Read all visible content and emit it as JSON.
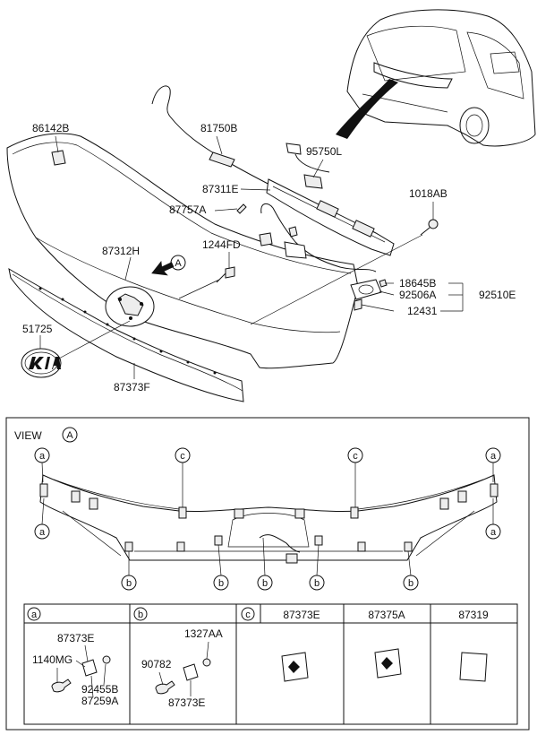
{
  "exploded_view": {
    "part_labels": {
      "p86142B": "86142B",
      "p81750B": "81750B",
      "p95750L": "95750L",
      "p87311E": "87311E",
      "p87757A": "87757A",
      "p1018AB": "1018AB",
      "p1244FD": "1244FD",
      "p87312H": "87312H",
      "p18645B": "18645B",
      "p92506A": "92506A",
      "p92510E": "92510E",
      "p12431": "12431",
      "p51725": "51725",
      "p87373F": "87373F"
    },
    "view_marker": "A"
  },
  "view_a": {
    "title": "VIEW",
    "marker": "A",
    "callout_a": "a",
    "callout_b": "b",
    "callout_c": "c"
  },
  "parts_table": {
    "headers": {
      "a": "a",
      "b": "b",
      "c": "c"
    },
    "col_a_parts": {
      "p87373E": "87373E",
      "p1140MG": "1140MG",
      "p92455B": "92455B",
      "p87259A": "87259A"
    },
    "col_b_parts": {
      "p1327AA": "1327AA",
      "p90782": "90782",
      "p87373E": "87373E"
    },
    "col_c_parts": [
      "87373E",
      "87375A",
      "87319"
    ]
  },
  "colors": {
    "line": "#111111",
    "background": "#ffffff"
  }
}
